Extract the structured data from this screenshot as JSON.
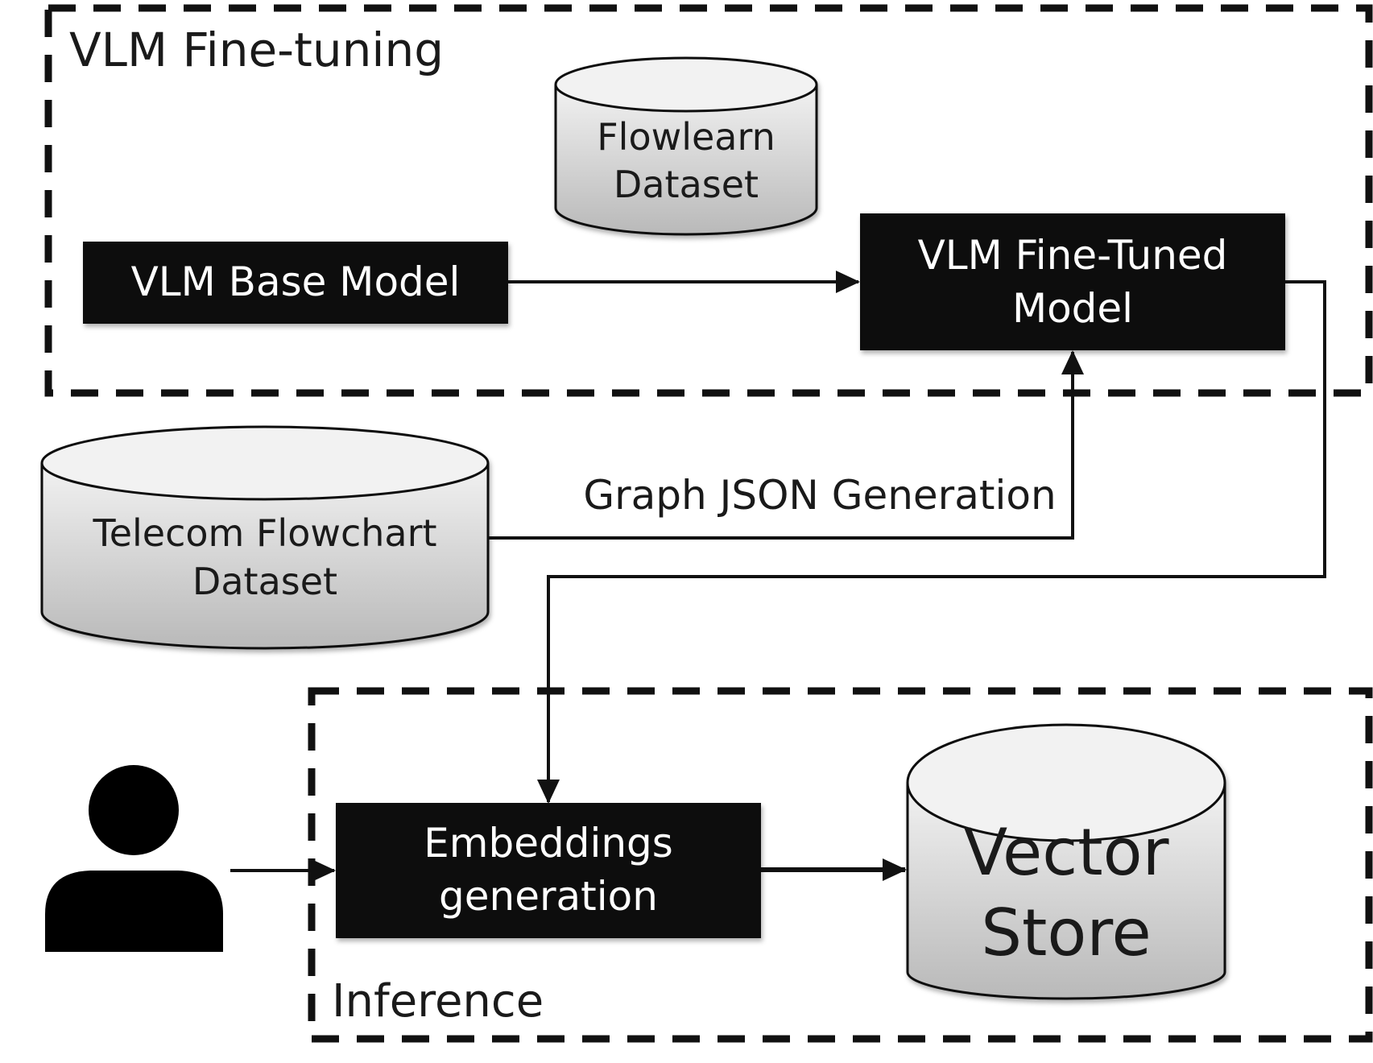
{
  "groups": {
    "finetuning": {
      "title": "VLM Fine-tuning"
    },
    "inference": {
      "title": "Inference"
    }
  },
  "nodes": {
    "flowlearn": {
      "line1": "Flowlearn",
      "line2": "Dataset"
    },
    "base_model": {
      "label": "VLM Base Model"
    },
    "finetuned_model": {
      "line1": "VLM Fine-Tuned",
      "line2": "Model"
    },
    "telecom_dataset": {
      "line1": "Telecom Flowchart",
      "line2": "Dataset"
    },
    "embeddings": {
      "line1": "Embeddings",
      "line2": "generation"
    },
    "vector_store": {
      "line1": "Vector",
      "line2": "Store"
    },
    "user": {
      "icon": "user-icon"
    }
  },
  "edges": {
    "graph_json": {
      "label": "Graph JSON Generation"
    }
  },
  "colors": {
    "box_fill": "#111111",
    "box_text": "#ffffff",
    "cylinder_top": "#efefef",
    "cylinder_bottom": "#bdbdbd",
    "stroke": "#111111"
  }
}
